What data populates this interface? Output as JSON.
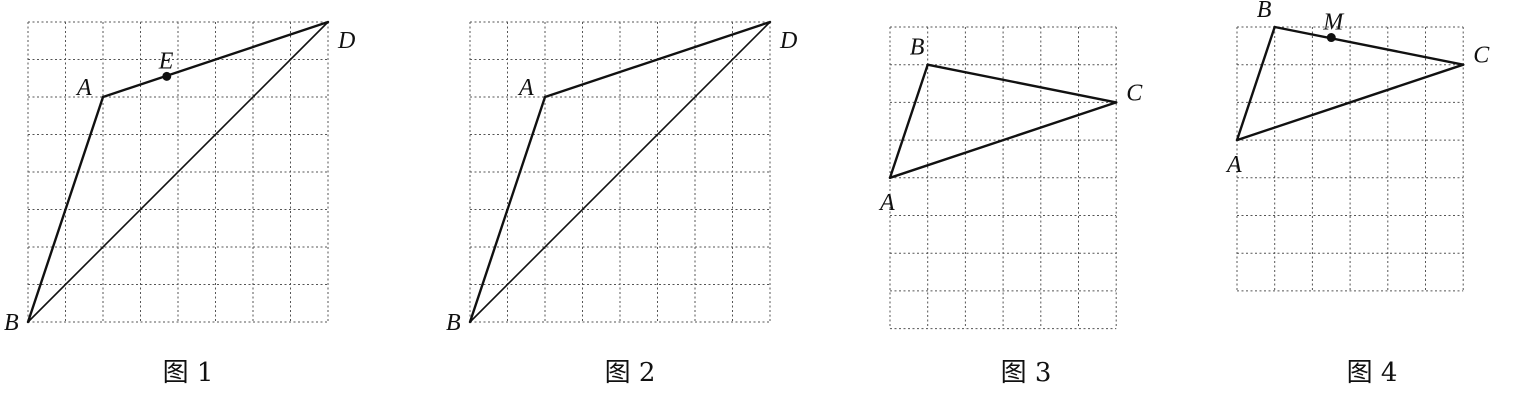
{
  "figures": [
    {
      "id": "fig1",
      "caption": "图 1",
      "grid": {
        "cols": 8,
        "rows": 8
      },
      "points": [
        {
          "name": "A",
          "gx": 2,
          "gy": 2,
          "label_pos": "left-above"
        },
        {
          "name": "B",
          "gx": 0,
          "gy": 8,
          "label_pos": "left"
        },
        {
          "name": "D",
          "gx": 8,
          "gy": 0,
          "label_pos": "right-below"
        },
        {
          "name": "E",
          "gx": 3.7,
          "gy": 1.45,
          "dot": true,
          "label_pos": "above"
        }
      ],
      "segments": [
        [
          "A",
          "B"
        ],
        [
          "A",
          "D"
        ],
        [
          "B",
          "D"
        ]
      ],
      "thin": [
        [
          "B",
          "D"
        ]
      ]
    },
    {
      "id": "fig2",
      "caption": "图 2",
      "grid": {
        "cols": 8,
        "rows": 8
      },
      "points": [
        {
          "name": "A",
          "gx": 2,
          "gy": 2,
          "label_pos": "left-above"
        },
        {
          "name": "B",
          "gx": 0,
          "gy": 8,
          "label_pos": "left"
        },
        {
          "name": "D",
          "gx": 8,
          "gy": 0,
          "label_pos": "right-below"
        }
      ],
      "segments": [
        [
          "A",
          "B"
        ],
        [
          "A",
          "D"
        ],
        [
          "B",
          "D"
        ]
      ],
      "thin": [
        [
          "B",
          "D"
        ]
      ]
    },
    {
      "id": "fig3",
      "caption": "图 3",
      "grid": {
        "cols": 6,
        "rows": 8
      },
      "points": [
        {
          "name": "A",
          "gx": 0,
          "gy": 4,
          "label_pos": "below"
        },
        {
          "name": "B",
          "gx": 1,
          "gy": 1,
          "label_pos": "above-left"
        },
        {
          "name": "C",
          "gx": 6,
          "gy": 2,
          "label_pos": "right-above"
        }
      ],
      "segments": [
        [
          "A",
          "B"
        ],
        [
          "B",
          "C"
        ],
        [
          "A",
          "C"
        ]
      ],
      "thin": []
    },
    {
      "id": "fig4",
      "caption": "图 4",
      "grid": {
        "cols": 6,
        "rows": 7
      },
      "points": [
        {
          "name": "A",
          "gx": 0,
          "gy": 3,
          "label_pos": "below"
        },
        {
          "name": "B",
          "gx": 1,
          "gy": 0,
          "label_pos": "above-left"
        },
        {
          "name": "C",
          "gx": 6,
          "gy": 1,
          "label_pos": "right-above"
        },
        {
          "name": "M",
          "gx": 2.5,
          "gy": 0.28,
          "dot": true,
          "label_pos": "above"
        }
      ],
      "segments": [
        [
          "A",
          "B"
        ],
        [
          "B",
          "C"
        ],
        [
          "A",
          "C"
        ]
      ],
      "thin": []
    }
  ]
}
